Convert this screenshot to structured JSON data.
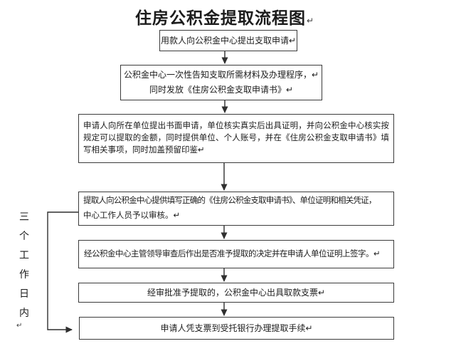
{
  "title": {
    "text": "住房公积金提取流程图",
    "mark": "↵"
  },
  "side_label": {
    "text_vertical": "三个工作日内",
    "chars": [
      "三",
      "个",
      "工",
      "作",
      "日",
      "内"
    ],
    "mark": "↵"
  },
  "nodes": [
    {
      "name": "apply",
      "lines": [
        "用款人向公积金中心提出支取申请↵"
      ]
    },
    {
      "name": "notify",
      "lines": [
        "公积金中心一次性告知支取所需材料及办理程序，↵",
        "同时发放《住房公积金支取申请书》↵"
      ]
    },
    {
      "name": "unit-verify",
      "lines": [
        "申请人向所在单位提出书面申请，单位核实真实后出具证明，并向公积金中心核实按规定可以提取的金额，同时提供单位、个人账号，并在《住房公积金支取申请书》填写相关事项，同时加盖预留印鉴↵"
      ]
    },
    {
      "name": "center-review",
      "lines": [
        "提取人向公积金中心提供填写正确的《住房公积金支取申请书》、单位证明和相关凭证，",
        "中心工作人员予以审核。↵"
      ]
    },
    {
      "name": "leader-decision",
      "lines": [
        "经公积金中心主管领导审查后作出是否准予提取的决定并在申请人单位证明上签字。↵"
      ]
    },
    {
      "name": "issue-check",
      "lines": [
        "经审批准予提取的，公积金中心出具取款支票↵"
      ]
    },
    {
      "name": "bank-withdraw",
      "lines": [
        "申请人凭支票到受托银行办理提取手续↵"
      ]
    }
  ],
  "colors": {
    "background": "#ffffff",
    "text": "#1c1c1c",
    "border": "#3b3b3b",
    "arrow": "#2f2f2f"
  }
}
